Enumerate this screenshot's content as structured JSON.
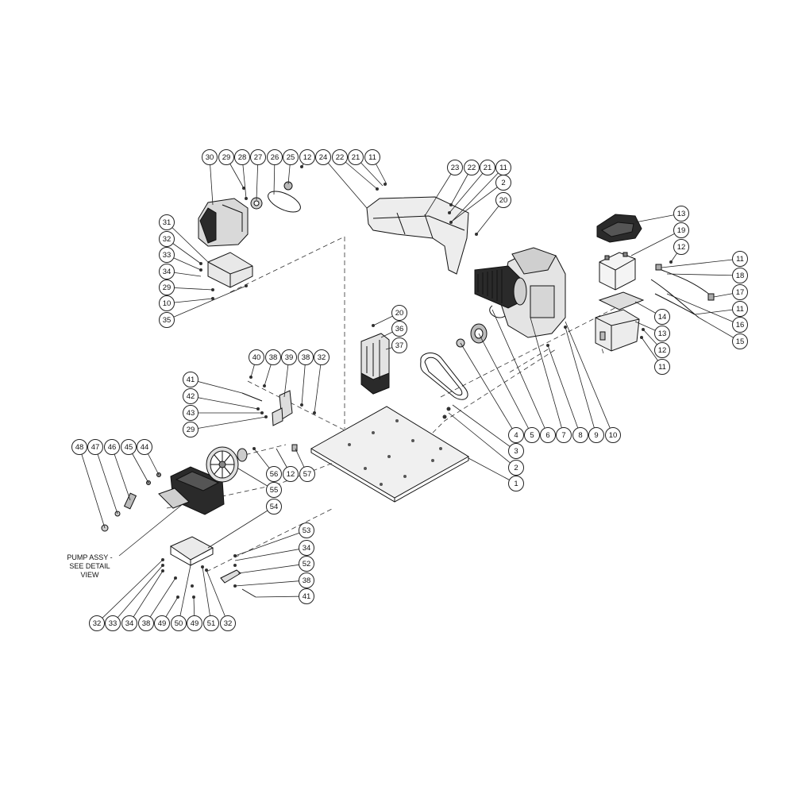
{
  "colors": {
    "line": "#222222",
    "part_fill": "#d9d9d9",
    "part_dark": "#2a2a2a",
    "background": "#ffffff"
  },
  "note_lines": [
    "PUMP ASSY -",
    "SEE DETAIL",
    "VIEW"
  ],
  "balloons": [
    {
      "n": "30"
    },
    {
      "n": "29"
    },
    {
      "n": "28"
    },
    {
      "n": "27"
    },
    {
      "n": "26"
    },
    {
      "n": "25"
    },
    {
      "n": "12"
    },
    {
      "n": "24"
    },
    {
      "n": "22"
    },
    {
      "n": "21"
    },
    {
      "n": "11"
    },
    {
      "n": "23"
    },
    {
      "n": "22"
    },
    {
      "n": "21"
    },
    {
      "n": "11"
    },
    {
      "n": "2"
    },
    {
      "n": "20"
    },
    {
      "n": "31"
    },
    {
      "n": "32"
    },
    {
      "n": "33"
    },
    {
      "n": "34"
    },
    {
      "n": "29"
    },
    {
      "n": "10"
    },
    {
      "n": "35"
    },
    {
      "n": "13"
    },
    {
      "n": "19"
    },
    {
      "n": "12"
    },
    {
      "n": "11"
    },
    {
      "n": "18"
    },
    {
      "n": "17"
    },
    {
      "n": "11"
    },
    {
      "n": "16"
    },
    {
      "n": "15"
    },
    {
      "n": "14"
    },
    {
      "n": "13"
    },
    {
      "n": "12"
    },
    {
      "n": "11"
    },
    {
      "n": "20"
    },
    {
      "n": "36"
    },
    {
      "n": "37"
    },
    {
      "n": "40"
    },
    {
      "n": "38"
    },
    {
      "n": "39"
    },
    {
      "n": "38"
    },
    {
      "n": "32"
    },
    {
      "n": "41"
    },
    {
      "n": "42"
    },
    {
      "n": "43"
    },
    {
      "n": "29"
    },
    {
      "n": "4"
    },
    {
      "n": "5"
    },
    {
      "n": "6"
    },
    {
      "n": "7"
    },
    {
      "n": "8"
    },
    {
      "n": "9"
    },
    {
      "n": "10"
    },
    {
      "n": "3"
    },
    {
      "n": "2"
    },
    {
      "n": "1"
    },
    {
      "n": "48"
    },
    {
      "n": "47"
    },
    {
      "n": "46"
    },
    {
      "n": "45"
    },
    {
      "n": "44"
    },
    {
      "n": "56"
    },
    {
      "n": "12"
    },
    {
      "n": "57"
    },
    {
      "n": "55"
    },
    {
      "n": "54"
    },
    {
      "n": "53"
    },
    {
      "n": "34"
    },
    {
      "n": "52"
    },
    {
      "n": "38"
    },
    {
      "n": "41"
    },
    {
      "n": "32"
    },
    {
      "n": "33"
    },
    {
      "n": "34"
    },
    {
      "n": "38"
    },
    {
      "n": "49"
    },
    {
      "n": "50"
    },
    {
      "n": "49"
    },
    {
      "n": "51"
    },
    {
      "n": "32"
    }
  ]
}
